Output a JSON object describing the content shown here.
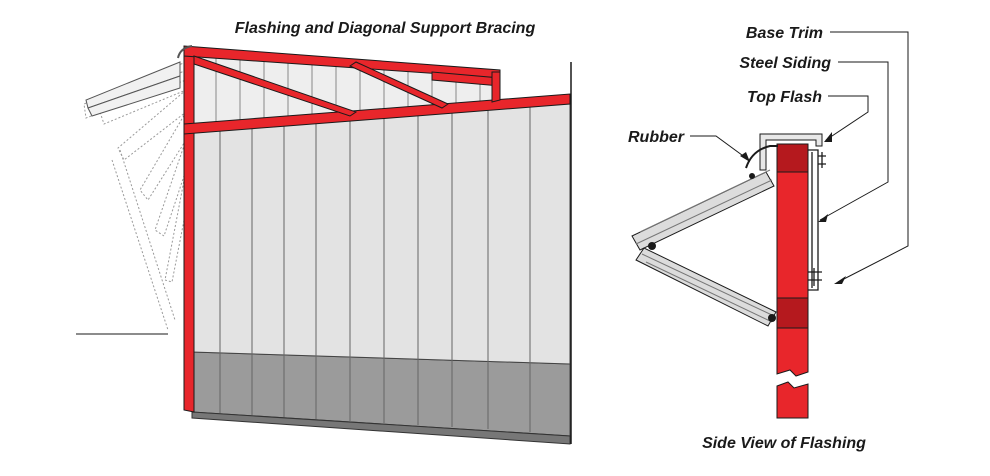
{
  "titles": {
    "left": "Flashing and Diagonal Support Bracing",
    "right": "Side View of Flashing"
  },
  "callouts": {
    "base_trim": "Base Trim",
    "steel_siding": "Steel Siding",
    "top_flash": "Top Flash",
    "rubber": "Rubber"
  },
  "colors": {
    "frame_red": "#e8262b",
    "panel_light": "#e3e3e3",
    "panel_dark": "#9b9b9b",
    "outline": "#1a1a1a"
  }
}
